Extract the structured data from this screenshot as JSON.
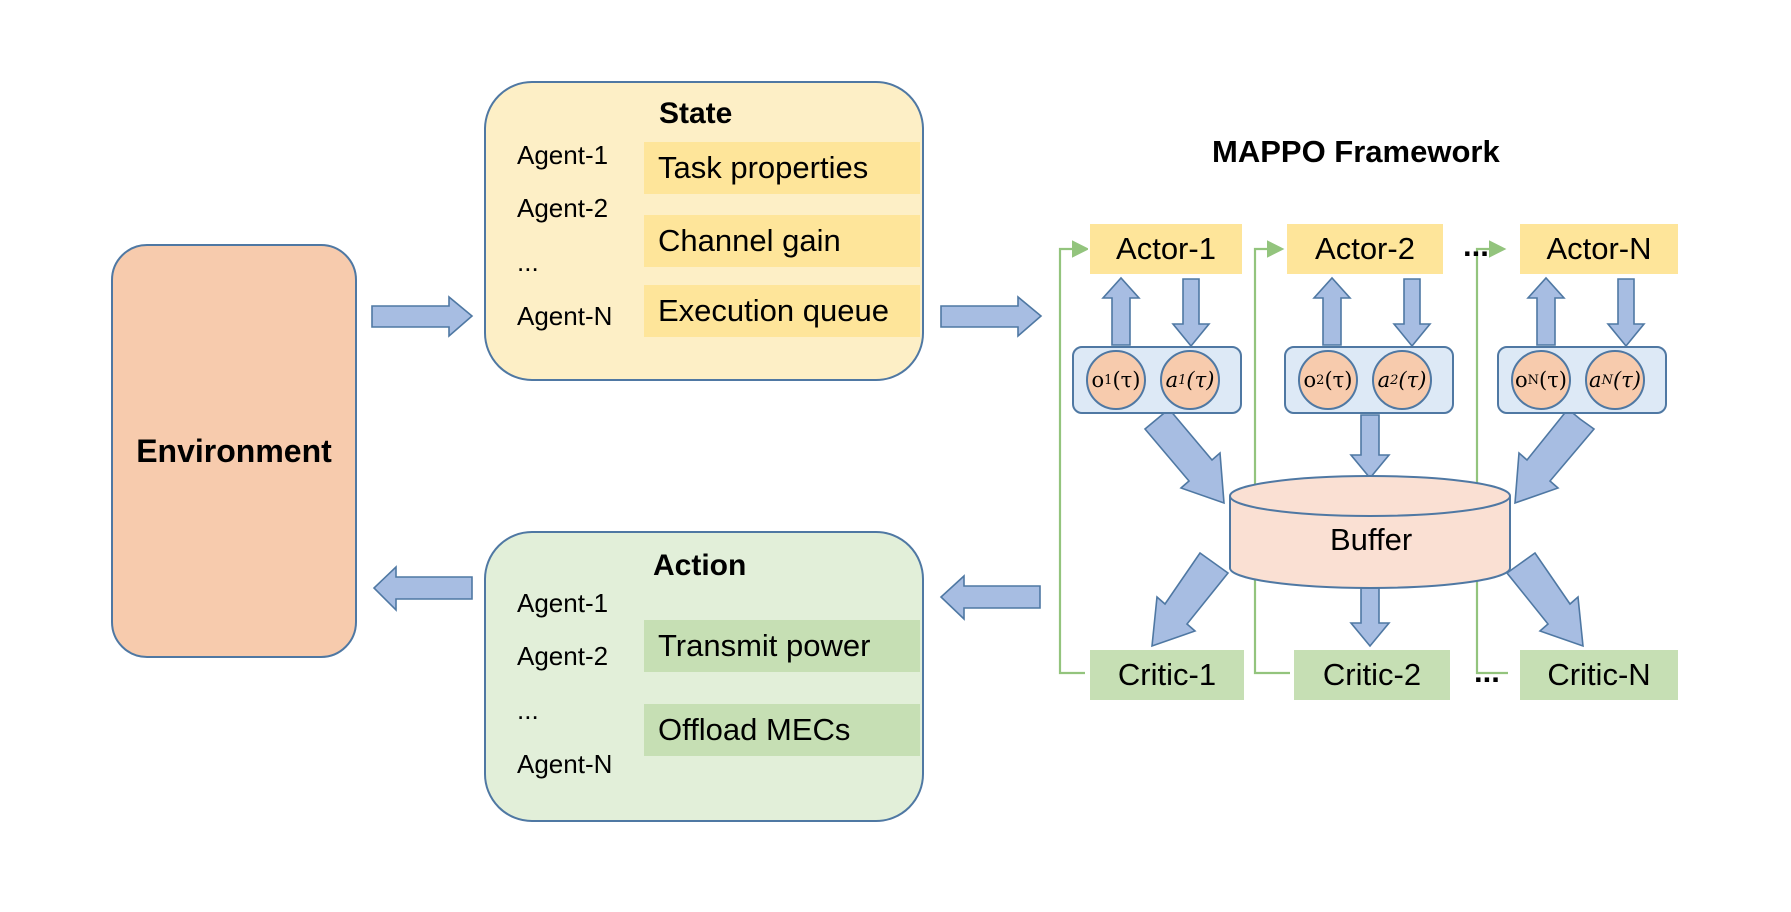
{
  "environment": {
    "label": "Environment"
  },
  "state": {
    "title": "State",
    "agents": [
      "Agent-1",
      "Agent-2",
      "...",
      "Agent-N"
    ],
    "items": [
      "Task properties",
      "Channel gain",
      "Execution queue"
    ]
  },
  "action": {
    "title": "Action",
    "agents": [
      "Agent-1",
      "Agent-2",
      "...",
      "Agent-N"
    ],
    "items": [
      "Transmit power",
      "Offload MECs"
    ]
  },
  "mappo": {
    "title": "MAPPO Framework",
    "actors": [
      "Actor-1",
      "Actor-2",
      "Actor-N"
    ],
    "critics": [
      "Critic-1",
      "Critic-2",
      "Critic-N"
    ],
    "ellipsis": "...",
    "buffer": "Buffer",
    "obs": [
      {
        "o_base": "o",
        "o_sub": "1",
        "a_base": "a",
        "a_sub": "1",
        "arg": "(τ)"
      },
      {
        "o_base": "o",
        "o_sub": "2",
        "a_base": "a",
        "a_sub": "2",
        "arg": "(τ)"
      },
      {
        "o_base": "o",
        "o_sub": "N",
        "a_base": "a",
        "a_sub": "N",
        "arg": "(τ)"
      }
    ]
  },
  "colors": {
    "arrow_fill": "#a7bde2",
    "arrow_stroke": "#4f78a3",
    "green_line": "#93c47d"
  }
}
